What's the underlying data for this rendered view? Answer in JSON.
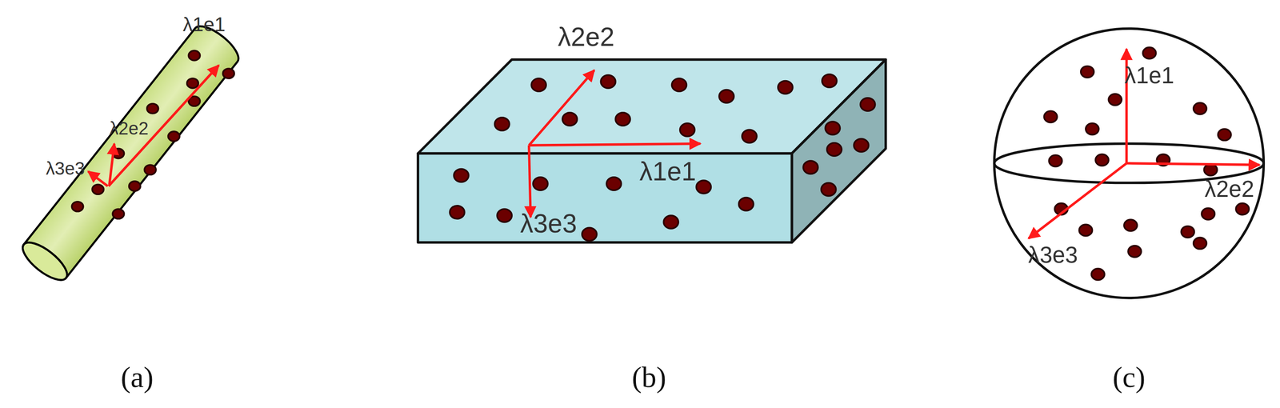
{
  "diagram": {
    "labels": [
      "λ1e1",
      "λ2e2",
      "λ3e3",
      "λ2e2",
      "λ1e1",
      "λ3e3",
      "λ1e1",
      "λ2e2",
      "λ3e3",
      "(a)",
      "(b)",
      "(c)"
    ]
  }
}
